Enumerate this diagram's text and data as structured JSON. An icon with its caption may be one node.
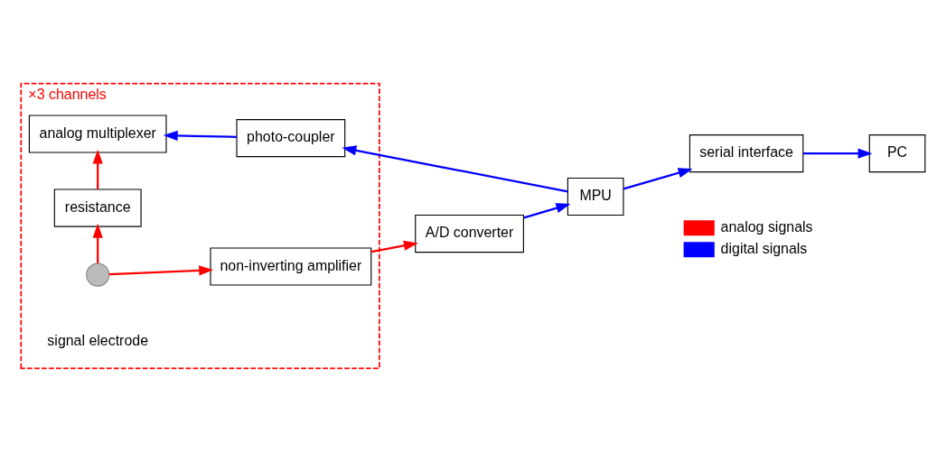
{
  "diagram": {
    "nodes": [
      {
        "text": [
          "×3 channels"
        ]
      },
      {
        "text": [],
        "shape": "circle",
        "beside": [
          "signal electrode"
        ],
        "in": 0
      },
      {
        "text": [
          "non-inverting amplifier"
        ],
        "in": 0
      },
      {
        "text": [
          "resistance"
        ],
        "in": 0
      },
      {
        "text": [
          "analog multiplexer"
        ],
        "in": 0
      },
      {
        "text": [
          "photo-coupler"
        ],
        "in": 0
      },
      {
        "text": [
          "A/D converter"
        ]
      },
      {
        "text": [
          "MPU"
        ]
      },
      {
        "text": [
          "serial interface"
        ]
      },
      {
        "text": [
          "PC"
        ]
      }
    ],
    "edges": [
      {
        "from": 1,
        "to": 2,
        "arrow": "to",
        "color": "#ff0000"
      },
      {
        "from": 1,
        "to": 3,
        "arrow": "to",
        "color": "#ff0000"
      },
      {
        "from": 3,
        "to": 4,
        "arrow": "to",
        "color": "#ff0000"
      },
      {
        "from": 2,
        "to": 6,
        "arrow": "to",
        "color": "#ff0000"
      },
      {
        "from": 6,
        "to": 7,
        "arrow": "to"
      },
      {
        "from": 7,
        "to": 8,
        "arrow": "to"
      },
      {
        "from": 8,
        "to": 9,
        "arrow": "to"
      },
      {
        "from": 7,
        "to": 5,
        "arrow": "to"
      },
      {
        "from": 5,
        "to": 4,
        "arrow": "to"
      }
    ],
    "legend": [
      {
        "text": "analog signals"
      },
      {
        "text": "digital signals"
      }
    ]
  }
}
